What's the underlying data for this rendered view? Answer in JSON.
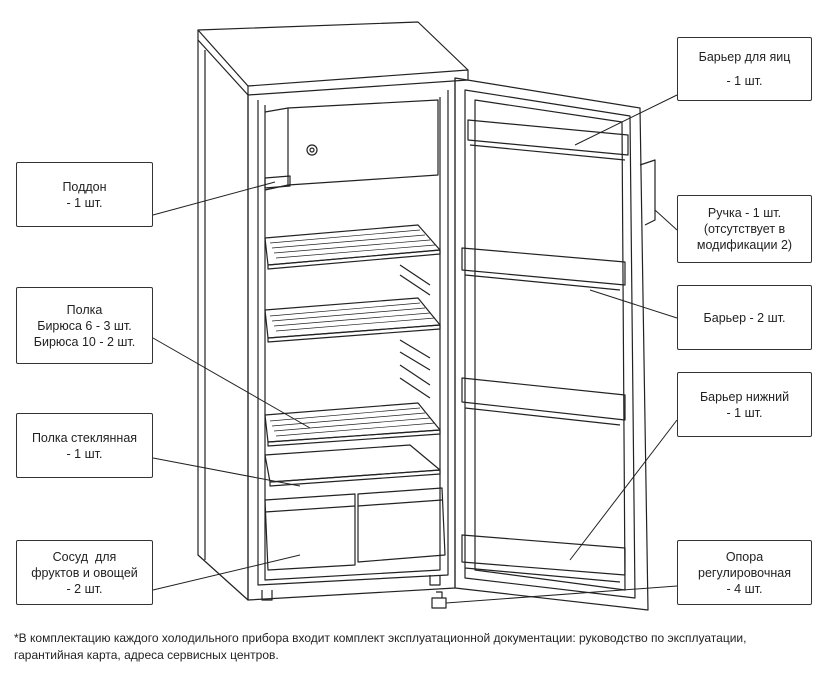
{
  "callouts": {
    "tray": {
      "lines": [
        "Поддон",
        "- 1 шт."
      ]
    },
    "shelf": {
      "lines": [
        "Полка",
        "Бирюса 6 - 3 шт.",
        "Бирюса 10 - 2 шт."
      ]
    },
    "glass_shelf": {
      "lines": [
        "Полка стеклянная",
        "- 1 шт."
      ]
    },
    "fruit_vessel": {
      "lines": [
        "Сосуд  для",
        "фруктов и овощей",
        "- 2 шт."
      ]
    },
    "egg_barrier": {
      "lines": [
        "Барьер для яиц",
        "- 1 шт."
      ]
    },
    "handle": {
      "lines": [
        "Ручка - 1 шт.",
        "(отсутствует в",
        "модификации 2)"
      ]
    },
    "barrier": {
      "lines": [
        "Барьер - 2 шт."
      ]
    },
    "lower_barrier": {
      "lines": [
        "Барьер нижний",
        "- 1 шт."
      ]
    },
    "support": {
      "lines": [
        "Опора",
        "регулировочная",
        "- 4 шт."
      ]
    }
  },
  "footnote": {
    "lines": [
      "*В комплектацию каждого холодильного прибора входит комплект эксплуатационной документации: руководство по эксплуатации,",
      "гарантийная карта, адреса сервисных центров."
    ]
  }
}
